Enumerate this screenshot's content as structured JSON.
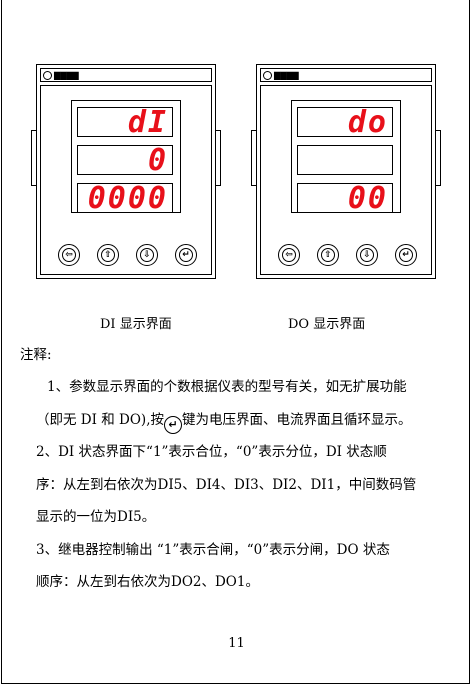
{
  "brand_name": "▇▇▇▇",
  "meters": [
    {
      "id": "di",
      "caption": "DI 显示界面",
      "displays": [
        "dI",
        "0",
        "0000"
      ],
      "keys": [
        {
          "icon": "left-arrow-icon",
          "glyph": "⇦"
        },
        {
          "icon": "up-arrow-icon",
          "glyph": "⇧"
        },
        {
          "icon": "down-arrow-icon",
          "glyph": "⇩"
        },
        {
          "icon": "enter-icon",
          "glyph": "↵"
        }
      ]
    },
    {
      "id": "do",
      "caption": "DO 显示界面",
      "displays": [
        "do",
        "",
        "00"
      ],
      "keys": [
        {
          "icon": "left-arrow-icon",
          "glyph": "⇦"
        },
        {
          "icon": "up-arrow-icon",
          "glyph": "⇧"
        },
        {
          "icon": "down-arrow-icon",
          "glyph": "⇩"
        },
        {
          "icon": "enter-icon",
          "glyph": "↵"
        }
      ]
    }
  ],
  "notes": {
    "heading": "注释:",
    "line1": "1、参数显示界面的个数根据仪表的型号有关，如无扩展功能",
    "line2a": "（即无 DI 和 DO),按",
    "enter_glyph": "↵",
    "line2b": "键为电压界面、电流界面且循环显示。",
    "line3": "2、DI 状态界面下“1”表示合位，“0”表示分位，DI 状态顺",
    "line4": "序：从左到右依次为DI5、DI4、DI3、DI2、DI1，中间数码管",
    "line5": "显示的一位为DI5。",
    "line6": "3、继电器控制输出 “1”表示合闸，“0”表示分闸，DO 状态",
    "line7": "顺序：从左到右依次为DO2、DO1。"
  },
  "page_number": "11",
  "colors": {
    "led": "#e8101a",
    "ink": "#000000"
  }
}
